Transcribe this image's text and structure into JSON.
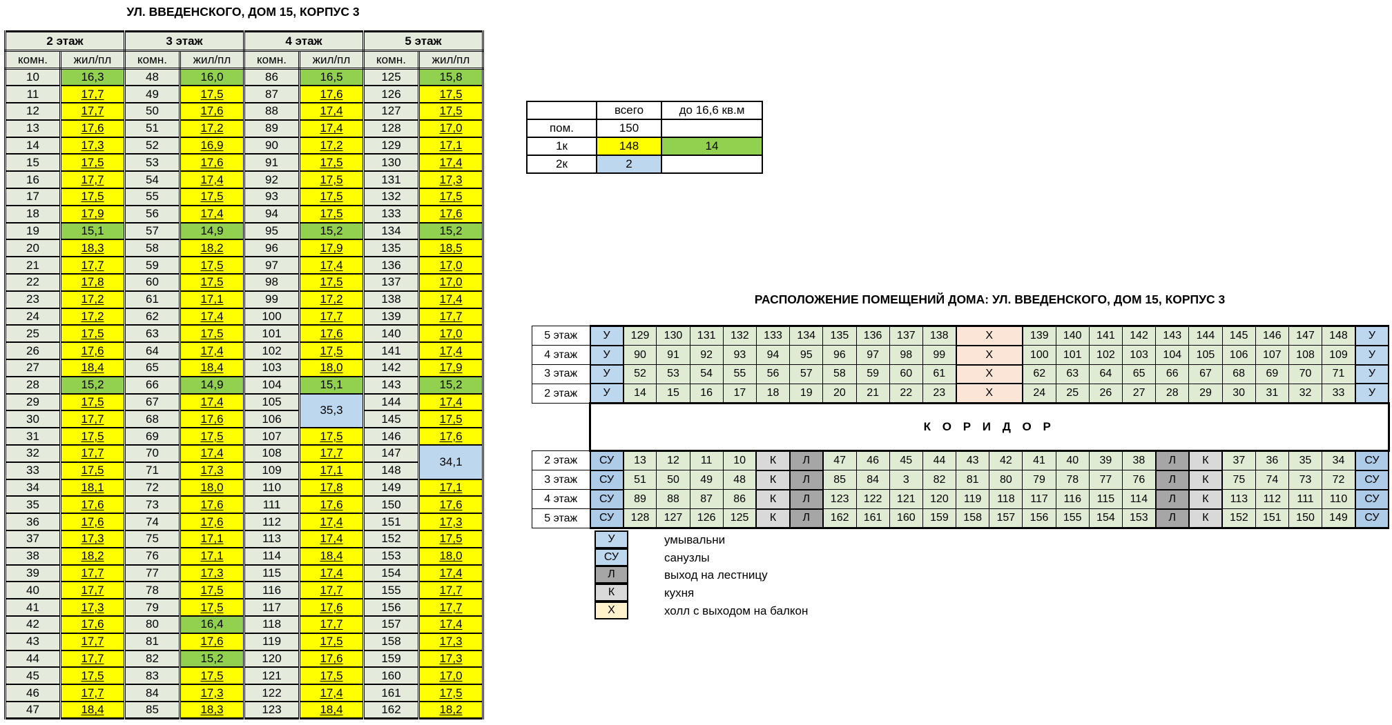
{
  "left_table": {
    "title": "УЛ. ВВЕДЕНСКОГО, ДОМ 15, КОРПУС 3",
    "col_headers": [
      "комн.",
      "жил/пл"
    ],
    "style_legend": {
      "y": "yellow",
      "g": "green",
      "b": "blue-merged"
    },
    "sections": [
      {
        "floor": "2 этаж",
        "rows": [
          [
            "10",
            "16,3",
            "g"
          ],
          [
            "11",
            "17,7",
            "y"
          ],
          [
            "12",
            "17,7",
            "y"
          ],
          [
            "13",
            "17,6",
            "y"
          ],
          [
            "14",
            "17,3",
            "y"
          ],
          [
            "15",
            "17,5",
            "y"
          ],
          [
            "16",
            "17,7",
            "y"
          ],
          [
            "17",
            "17,5",
            "y"
          ],
          [
            "18",
            "17,9",
            "y"
          ],
          [
            "19",
            "15,1",
            "g"
          ],
          [
            "20",
            "18,3",
            "y"
          ],
          [
            "21",
            "17,7",
            "y"
          ],
          [
            "22",
            "17,8",
            "y"
          ],
          [
            "23",
            "17,2",
            "y"
          ],
          [
            "24",
            "17,2",
            "y"
          ],
          [
            "25",
            "17,5",
            "y"
          ],
          [
            "26",
            "17,6",
            "y"
          ],
          [
            "27",
            "18,4",
            "y"
          ],
          [
            "28",
            "15,2",
            "g"
          ],
          [
            "29",
            "17,5",
            "y"
          ],
          [
            "30",
            "17,7",
            "y"
          ],
          [
            "31",
            "17,5",
            "y"
          ],
          [
            "32",
            "17,7",
            "y"
          ],
          [
            "33",
            "17,5",
            "y"
          ],
          [
            "34",
            "18,1",
            "y"
          ],
          [
            "35",
            "17,6",
            "y"
          ],
          [
            "36",
            "17,6",
            "y"
          ],
          [
            "37",
            "17,3",
            "y"
          ],
          [
            "38",
            "18,2",
            "y"
          ],
          [
            "39",
            "17,7",
            "y"
          ],
          [
            "40",
            "17,7",
            "y"
          ],
          [
            "41",
            "17,3",
            "y"
          ],
          [
            "42",
            "17,6",
            "y"
          ],
          [
            "43",
            "17,7",
            "y"
          ],
          [
            "44",
            "17,7",
            "y"
          ],
          [
            "45",
            "17,5",
            "y"
          ],
          [
            "46",
            "17,7",
            "y"
          ],
          [
            "47",
            "18,4",
            "y"
          ]
        ]
      },
      {
        "floor": "3 этаж",
        "rows": [
          [
            "48",
            "16,0",
            "g"
          ],
          [
            "49",
            "17,5",
            "y"
          ],
          [
            "50",
            "17,6",
            "y"
          ],
          [
            "51",
            "17,2",
            "y"
          ],
          [
            "52",
            "16,9",
            "y"
          ],
          [
            "53",
            "17,6",
            "y"
          ],
          [
            "54",
            "17,4",
            "y"
          ],
          [
            "55",
            "17,5",
            "y"
          ],
          [
            "56",
            "17,4",
            "y"
          ],
          [
            "57",
            "14,9",
            "g"
          ],
          [
            "58",
            "18,2",
            "y"
          ],
          [
            "59",
            "17,5",
            "y"
          ],
          [
            "60",
            "17,5",
            "y"
          ],
          [
            "61",
            "17,1",
            "y"
          ],
          [
            "62",
            "17,4",
            "y"
          ],
          [
            "63",
            "17,5",
            "y"
          ],
          [
            "64",
            "17,4",
            "y"
          ],
          [
            "65",
            "18,4",
            "y"
          ],
          [
            "66",
            "14,9",
            "g"
          ],
          [
            "67",
            "17,4",
            "y"
          ],
          [
            "68",
            "17,6",
            "y"
          ],
          [
            "69",
            "17,5",
            "y"
          ],
          [
            "70",
            "17,4",
            "y"
          ],
          [
            "71",
            "17,3",
            "y"
          ],
          [
            "72",
            "18,0",
            "y"
          ],
          [
            "73",
            "17,6",
            "y"
          ],
          [
            "74",
            "17,6",
            "y"
          ],
          [
            "75",
            "17,1",
            "y"
          ],
          [
            "76",
            "17,1",
            "y"
          ],
          [
            "77",
            "17,3",
            "y"
          ],
          [
            "78",
            "17,5",
            "y"
          ],
          [
            "79",
            "17,5",
            "y"
          ],
          [
            "80",
            "16,4",
            "g"
          ],
          [
            "81",
            "17,6",
            "y"
          ],
          [
            "82",
            "15,2",
            "g"
          ],
          [
            "83",
            "17,5",
            "y"
          ],
          [
            "84",
            "17,3",
            "y"
          ],
          [
            "85",
            "18,3",
            "y"
          ]
        ]
      },
      {
        "floor": "4 этаж",
        "rows": [
          [
            "86",
            "16,5",
            "g"
          ],
          [
            "87",
            "17,6",
            "y"
          ],
          [
            "88",
            "17,4",
            "y"
          ],
          [
            "89",
            "17,4",
            "y"
          ],
          [
            "90",
            "17,2",
            "y"
          ],
          [
            "91",
            "17,5",
            "y"
          ],
          [
            "92",
            "17,5",
            "y"
          ],
          [
            "93",
            "17,5",
            "y"
          ],
          [
            "94",
            "17,5",
            "y"
          ],
          [
            "95",
            "15,2",
            "g"
          ],
          [
            "96",
            "17,9",
            "y"
          ],
          [
            "97",
            "17,4",
            "y"
          ],
          [
            "98",
            "17,5",
            "y"
          ],
          [
            "99",
            "17,2",
            "y"
          ],
          [
            "100",
            "17,7",
            "y"
          ],
          [
            "101",
            "17,6",
            "y"
          ],
          [
            "102",
            "17,5",
            "y"
          ],
          [
            "103",
            "18,0",
            "y"
          ],
          [
            "104",
            "15,1",
            "g"
          ],
          [
            "105",
            "35,3",
            "b",
            2
          ],
          [
            "106",
            null,
            null
          ],
          [
            "107",
            "17,5",
            "y"
          ],
          [
            "108",
            "17,7",
            "y"
          ],
          [
            "109",
            "17,1",
            "y"
          ],
          [
            "110",
            "17,8",
            "y"
          ],
          [
            "111",
            "17,6",
            "y"
          ],
          [
            "112",
            "17,4",
            "y"
          ],
          [
            "113",
            "17,4",
            "y"
          ],
          [
            "114",
            "18,4",
            "y"
          ],
          [
            "115",
            "17,4",
            "y"
          ],
          [
            "116",
            "17,7",
            "y"
          ],
          [
            "117",
            "17,6",
            "y"
          ],
          [
            "118",
            "17,7",
            "y"
          ],
          [
            "119",
            "17,5",
            "y"
          ],
          [
            "120",
            "17,6",
            "y"
          ],
          [
            "121",
            "17,5",
            "y"
          ],
          [
            "122",
            "17,4",
            "y"
          ],
          [
            "123",
            "18,4",
            "y"
          ]
        ]
      },
      {
        "floor": "5 этаж",
        "rows": [
          [
            "125",
            "15,8",
            "g"
          ],
          [
            "126",
            "17,5",
            "y"
          ],
          [
            "127",
            "17,5",
            "y"
          ],
          [
            "128",
            "17,0",
            "y"
          ],
          [
            "129",
            "17,1",
            "y"
          ],
          [
            "130",
            "17,4",
            "y"
          ],
          [
            "131",
            "17,3",
            "y"
          ],
          [
            "132",
            "17,5",
            "y"
          ],
          [
            "133",
            "17,6",
            "y"
          ],
          [
            "134",
            "15,2",
            "g"
          ],
          [
            "135",
            "18,5",
            "y"
          ],
          [
            "136",
            "17,0",
            "y"
          ],
          [
            "137",
            "17,0",
            "y"
          ],
          [
            "138",
            "17,4",
            "y"
          ],
          [
            "139",
            "17,7",
            "y"
          ],
          [
            "140",
            "17,0",
            "y"
          ],
          [
            "141",
            "17,4",
            "y"
          ],
          [
            "142",
            "17,9",
            "y"
          ],
          [
            "143",
            "15,2",
            "g"
          ],
          [
            "144",
            "17,4",
            "y"
          ],
          [
            "145",
            "17,5",
            "y"
          ],
          [
            "146",
            "17,6",
            "y"
          ],
          [
            "147",
            "34,1",
            "b",
            2
          ],
          [
            "148",
            null,
            null
          ],
          [
            "149",
            "17,1",
            "y"
          ],
          [
            "150",
            "17,6",
            "y"
          ],
          [
            "151",
            "17,3",
            "y"
          ],
          [
            "152",
            "17,5",
            "y"
          ],
          [
            "153",
            "18,0",
            "y"
          ],
          [
            "154",
            "17,4",
            "y"
          ],
          [
            "155",
            "17,7",
            "y"
          ],
          [
            "156",
            "17,7",
            "y"
          ],
          [
            "157",
            "17,4",
            "y"
          ],
          [
            "158",
            "17,3",
            "y"
          ],
          [
            "159",
            "17,3",
            "y"
          ],
          [
            "160",
            "17,0",
            "y"
          ],
          [
            "161",
            "17,5",
            "y"
          ],
          [
            "162",
            "18,2",
            "y"
          ]
        ]
      }
    ]
  },
  "summary_table": {
    "col_headers": [
      "",
      "всего",
      "до 16,6 кв.м"
    ],
    "rows": [
      {
        "label": "пом.",
        "total": "150",
        "total_style": "",
        "under": "",
        "under_style": ""
      },
      {
        "label": "1к",
        "total": "148",
        "total_style": "sy",
        "under": "14",
        "under_style": "sg"
      },
      {
        "label": "2к",
        "total": "2",
        "total_style": "sb",
        "under": "",
        "under_style": ""
      }
    ]
  },
  "diagram": {
    "title": "РАСПОЛОЖЕНИЕ ПОМЕЩЕНИЙ ДОМА: УЛ. ВВЕДЕНСКОГО, ДОМ 15, КОРПУС 3",
    "corridor_label": "К О Р И Д О Р",
    "top_rows": [
      {
        "label": "5 этаж",
        "cells": [
          "У",
          "129",
          "130",
          "131",
          "132",
          "133",
          "134",
          "135",
          "136",
          "137",
          "138",
          "Х",
          "139",
          "140",
          "141",
          "142",
          "143",
          "144",
          "145",
          "146",
          "147",
          "148",
          "У"
        ]
      },
      {
        "label": "4 этаж",
        "cells": [
          "У",
          "90",
          "91",
          "92",
          "93",
          "94",
          "95",
          "96",
          "97",
          "98",
          "99",
          "Х",
          "100",
          "101",
          "102",
          "103",
          "104",
          "105",
          "106",
          "107",
          "108",
          "109",
          "У"
        ]
      },
      {
        "label": "3 этаж",
        "cells": [
          "У",
          "52",
          "53",
          "54",
          "55",
          "56",
          "57",
          "58",
          "59",
          "60",
          "61",
          "Х",
          "62",
          "63",
          "64",
          "65",
          "66",
          "67",
          "68",
          "69",
          "70",
          "71",
          "У"
        ]
      },
      {
        "label": "2 этаж",
        "cells": [
          "У",
          "14",
          "15",
          "16",
          "17",
          "18",
          "19",
          "20",
          "21",
          "22",
          "23",
          "Х",
          "24",
          "25",
          "26",
          "27",
          "28",
          "29",
          "30",
          "31",
          "32",
          "33",
          "У"
        ]
      }
    ],
    "bottom_rows": [
      {
        "label": "2 этаж",
        "cells": [
          "СУ",
          "13",
          "12",
          "11",
          "10",
          "К",
          "Л",
          "47",
          "46",
          "45",
          "44",
          "43",
          "42",
          "41",
          "40",
          "39",
          "38",
          "Л",
          "К",
          "37",
          "36",
          "35",
          "34",
          "СУ"
        ]
      },
      {
        "label": "3 этаж",
        "cells": [
          "СУ",
          "51",
          "50",
          "49",
          "48",
          "К",
          "Л",
          "85",
          "84",
          "3",
          "82",
          "81",
          "80",
          "79",
          "78",
          "77",
          "76",
          "Л",
          "К",
          "75",
          "74",
          "73",
          "72",
          "СУ"
        ]
      },
      {
        "label": "4 этаж",
        "cells": [
          "СУ",
          "89",
          "88",
          "87",
          "86",
          "К",
          "Л",
          "123",
          "122",
          "121",
          "120",
          "119",
          "118",
          "117",
          "116",
          "115",
          "114",
          "Л",
          "К",
          "113",
          "112",
          "111",
          "110",
          "СУ"
        ]
      },
      {
        "label": "5 этаж",
        "cells": [
          "СУ",
          "128",
          "127",
          "126",
          "125",
          "К",
          "Л",
          "162",
          "161",
          "160",
          "159",
          "158",
          "157",
          "156",
          "155",
          "154",
          "153",
          "Л",
          "К",
          "152",
          "151",
          "150",
          "149",
          "СУ"
        ]
      }
    ]
  },
  "legend": {
    "items": [
      {
        "code": "У",
        "key": "u",
        "label": "умывальни"
      },
      {
        "code": "СУ",
        "key": "su",
        "label": "санузлы"
      },
      {
        "code": "Л",
        "key": "l",
        "label": "выход на лестницу"
      },
      {
        "code": "К",
        "key": "k",
        "label": "кухня"
      },
      {
        "code": "Х",
        "key": "x",
        "label": "холл с выходом на балкон"
      }
    ]
  },
  "colors": {
    "yellow_area": "#FFFF00",
    "green_area": "#92D050",
    "blue_merged": "#BDD7EE",
    "table_cell_bg": "#E4EBDC",
    "diagram_room_bg": "#DFEBD3",
    "washroom_blue": "#BDD7EE",
    "toilet_blue": "#AECBE8",
    "kitchen_gray": "#D9D9D9",
    "stairs_gray": "#A6A6A6",
    "hall_peach": "#FBE5D6",
    "hall_legend_cream": "#FFF2CC"
  }
}
